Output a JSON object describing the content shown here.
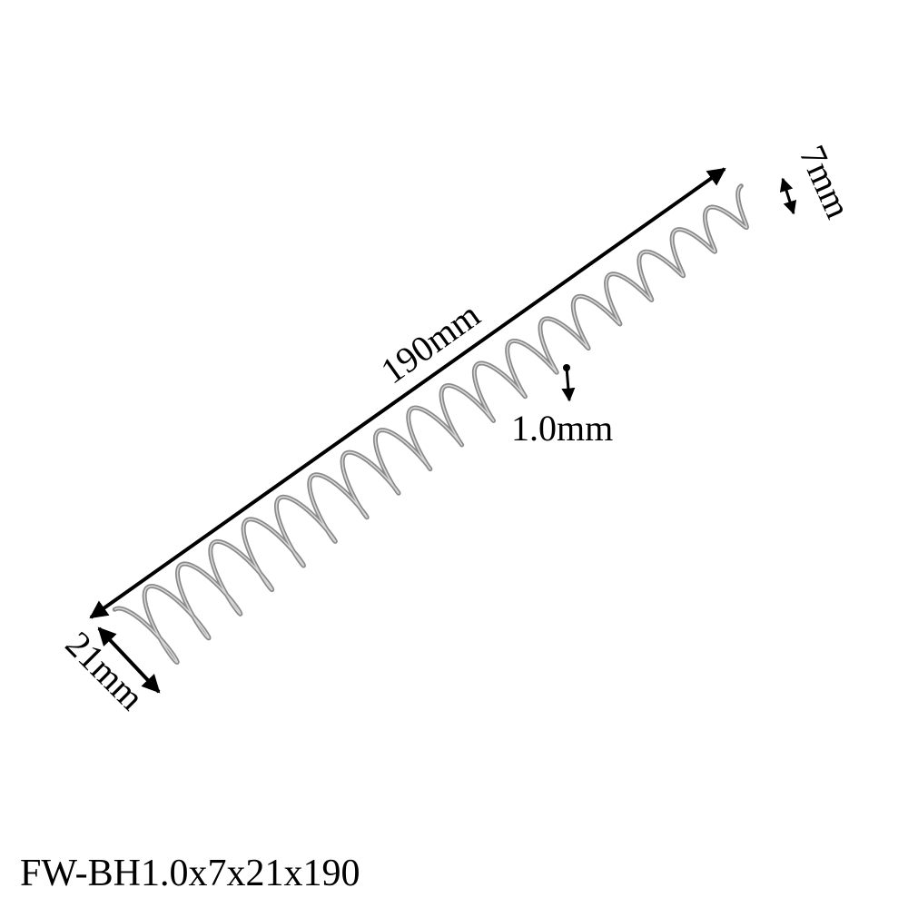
{
  "colors": {
    "wire": "#8a8a8a",
    "wire_highlight": "#d6d6d6",
    "dimension": "#000000",
    "background": "#ffffff"
  },
  "spring": {
    "coil_count": 19
  },
  "labels": {
    "length": "190mm",
    "wire_diameter": "1.0mm",
    "large_end_diameter": "21mm",
    "small_end_diameter": "7mm"
  },
  "model_code": "FW-BH1.0x7x21x190"
}
